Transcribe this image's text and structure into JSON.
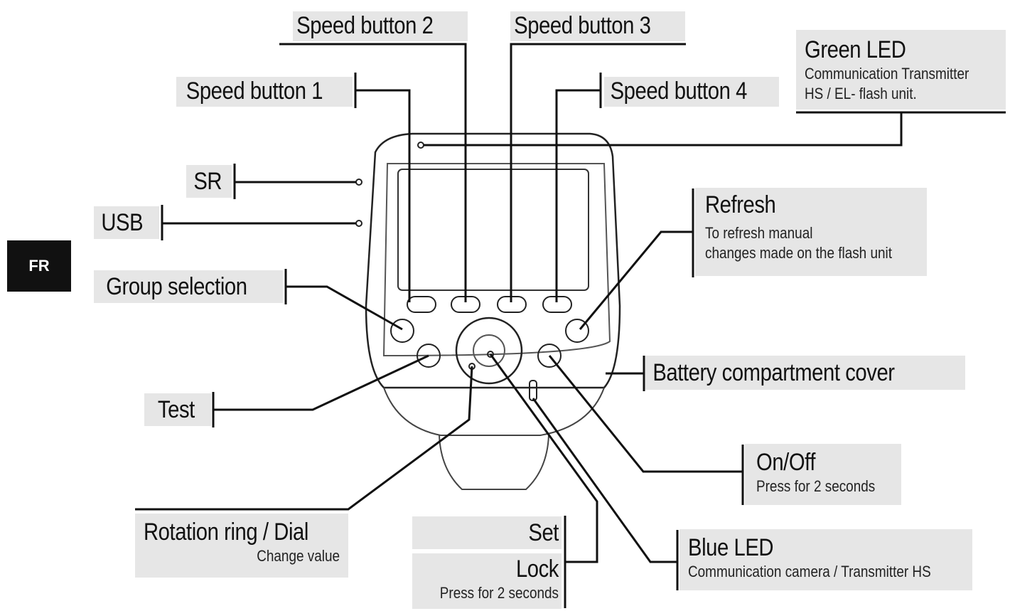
{
  "page": {
    "tab": "FR"
  },
  "labels": {
    "speed1": "Speed button 1",
    "speed2": "Speed button 2",
    "speed3": "Speed button 3",
    "speed4": "Speed button 4",
    "green_led_title": "Green LED",
    "green_led_desc1": "Communication Transmitter",
    "green_led_desc2": "HS / EL- flash unit.",
    "sr": "SR",
    "usb": "USB",
    "refresh_title": "Refresh",
    "refresh_desc1": "To refresh manual",
    "refresh_desc2": "changes made on the flash unit",
    "group_selection": "Group selection",
    "battery_cover": "Battery compartment cover",
    "test": "Test",
    "onoff_title": "On/Off",
    "onoff_desc": "Press for 2 seconds",
    "rotation_title": "Rotation ring / Dial",
    "rotation_desc": "Change value",
    "set": "Set",
    "lock": "Lock",
    "lock_desc": "Press for 2 seconds",
    "blue_led_title": "Blue LED",
    "blue_led_desc": "Communication camera / Transmitter HS"
  }
}
